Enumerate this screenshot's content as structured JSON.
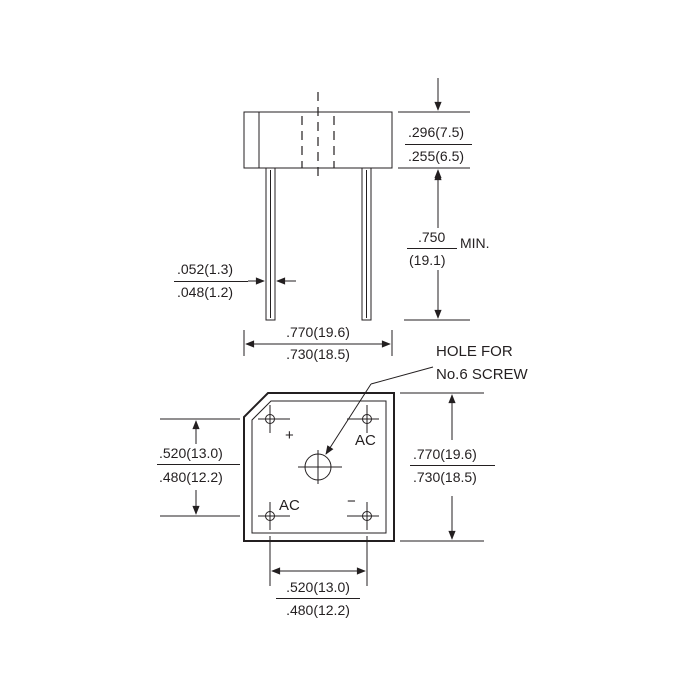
{
  "side_view": {
    "height_max": ".296(7.5)",
    "height_min": ".255(6.5)",
    "lead_length_top": ".750",
    "lead_length_bottom": "(19.1)",
    "lead_length_suffix": "MIN.",
    "lead_dia_max": ".052(1.3)",
    "lead_dia_min": ".048(1.2)",
    "lead_spacing_max": ".770(19.6)",
    "lead_spacing_min": ".730(18.5)"
  },
  "top_view": {
    "hole_label_line1": "HOLE FOR",
    "hole_label_line2": "No.6 SCREW",
    "pin_plus": "+",
    "pin_minus": "−",
    "pin_ac_top": "AC",
    "pin_ac_bottom": "AC",
    "pin_pitch_v_max": ".520(13.0)",
    "pin_pitch_v_min": ".480(12.2)",
    "body_width_max": ".770(19.6)",
    "body_width_min": ".730(18.5)",
    "pin_pitch_h_max": ".520(13.0)",
    "pin_pitch_h_min": ".480(12.2)"
  }
}
